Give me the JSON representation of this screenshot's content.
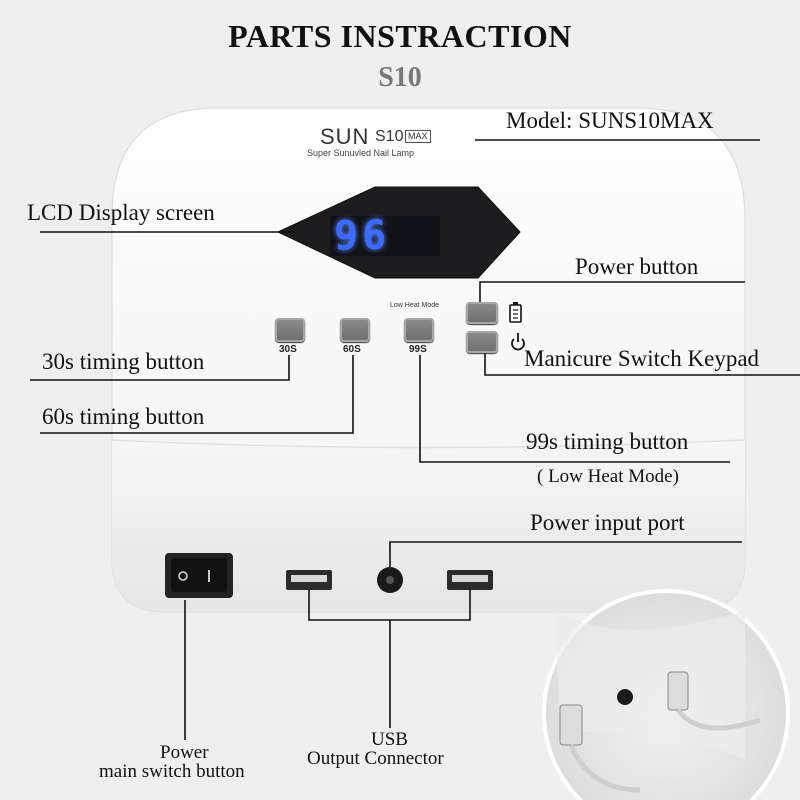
{
  "title": "PARTS INSTRACTION",
  "subtitle": "S10",
  "device": {
    "brand": "SUN",
    "model_mark": "S10",
    "max_badge": "MAX",
    "tagline": "Super Sunuvled Nail Lamp",
    "display_value": "96",
    "low_heat_mode_text": "Low Heat Mode",
    "buttons": {
      "b30": "30S",
      "b60": "60S",
      "b99": "99S"
    }
  },
  "labels": {
    "model": "Model: SUNS10MAX",
    "lcd": "LCD Display screen",
    "power_button": "Power button",
    "manicure_switch": "Manicure Switch Keypad",
    "timing_30": "30s timing button",
    "timing_60": "60s timing button",
    "timing_99": "99s timing button",
    "low_heat": "( Low Heat Mode)",
    "power_input": "Power input port",
    "power_main_1": "Power",
    "power_main_2": "main switch button",
    "usb_1": "USB",
    "usb_2": "Output Connector"
  },
  "colors": {
    "background": "#efefef",
    "lcd_digit": "#3d6bff",
    "device_body": "#f7f7f7"
  }
}
